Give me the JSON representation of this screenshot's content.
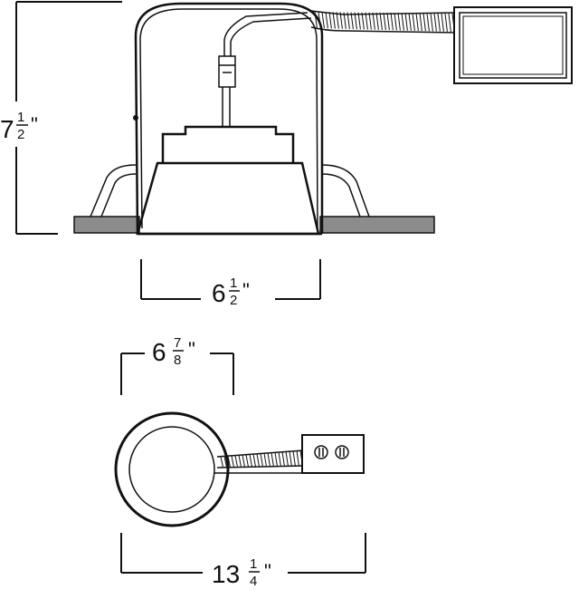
{
  "dimensions": {
    "height": {
      "whole": "7",
      "num": "1",
      "den": "2",
      "unit": "\""
    },
    "trim_width": {
      "whole": "6",
      "num": "1",
      "den": "2",
      "unit": "\""
    },
    "top_width": {
      "whole": "6",
      "num": "7",
      "den": "8",
      "unit": "\""
    },
    "overall_length": {
      "whole": "13",
      "num": "1",
      "den": "4",
      "unit": "\""
    }
  },
  "colors": {
    "line": "#111111",
    "flange_fill": "#8c8c8c",
    "background": "#ffffff"
  }
}
